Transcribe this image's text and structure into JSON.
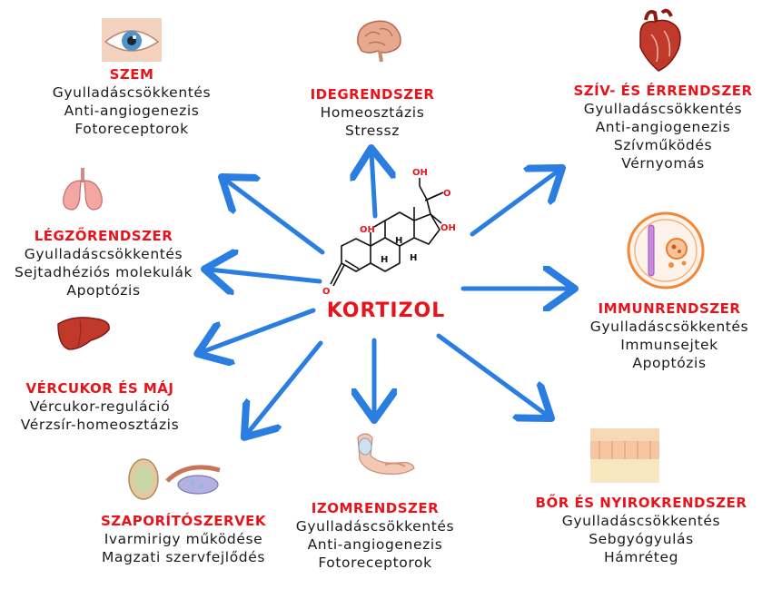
{
  "center": {
    "label": "KORTIZOL",
    "atoms": {
      "oh1": "OH",
      "o1": "O",
      "oh2": "OH",
      "oh3": "OH",
      "o2": "O",
      "h1": "H",
      "h2": "H",
      "h3": "H"
    }
  },
  "groups": {
    "szem": {
      "title": "SZEM",
      "lines": [
        "Gyulladáscsökkentés",
        "Anti-angiogenezis",
        "Fotoreceptorok"
      ]
    },
    "ideg": {
      "title": "IDEGRENDSZER",
      "lines": [
        "Homeosztázis",
        "Stressz"
      ]
    },
    "sziv": {
      "title": "SZÍV- ÉS ÉRRENDSZER",
      "lines": [
        "Gyulladáscsökkentés",
        "Anti-angiogenezis",
        "Szívműködés",
        "Vérnyomás"
      ]
    },
    "legzo": {
      "title": "LÉGZŐRENDSZER",
      "lines": [
        "Gyulladáscsökkentés",
        "Sejtadhéziós molekulák",
        "Apoptózis"
      ]
    },
    "immun": {
      "title": "IMMUNRENDSZER",
      "lines": [
        "Gyulladáscsökkentés",
        "Immunsejtek",
        "Apoptózis"
      ]
    },
    "ver": {
      "title": "VÉRCUKOR ÉS MÁJ",
      "lines": [
        "Vércukor-reguláció",
        "Vérzsír-homeosztázis"
      ]
    },
    "szapor": {
      "title": "SZAPORÍTÓSZERVEK",
      "lines": [
        "Ivarmirigy működése",
        "Magzati szervfejlődés"
      ]
    },
    "izom": {
      "title": "IZOMRENDSZER",
      "lines": [
        "Gyulladáscsökkentés",
        "Anti-angiogenezis",
        "Fotoreceptorok"
      ]
    },
    "bor": {
      "title": "BŐR ÉS NYIROKRENDSZER",
      "lines": [
        "Gyulladáscsökkentés",
        "Sebgyógyulás",
        "Hámréteg"
      ]
    }
  },
  "colors": {
    "accent": "#e8141b",
    "arrow": "#2a7de1",
    "text": "#1a1a1a"
  },
  "icons": {
    "szem": "eye-icon",
    "ideg": "brain-icon",
    "sziv": "heart-icon",
    "legzo": "lungs-icon",
    "immun": "bone-marrow-icon",
    "ver": "liver-icon",
    "szapor": "reproductive-organs-icon",
    "izom": "arm-muscle-icon",
    "bor": "skin-layer-icon"
  }
}
